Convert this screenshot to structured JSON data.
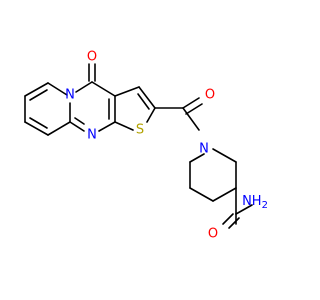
{
  "atoms": {
    "o_ketone": "O",
    "n_pyridine": "N",
    "n_pyrimidine": "N",
    "s_thiophene": "S",
    "o_carbonyl": "O",
    "n_piperidine": "N",
    "nh2_amide": "NH",
    "nh2_subscript": "2",
    "o_amide": "O"
  },
  "colors": {
    "oxygen": "#ff0000",
    "nitrogen": "#0000ff",
    "sulfur": "#b2a200",
    "carbon": "#000000"
  }
}
